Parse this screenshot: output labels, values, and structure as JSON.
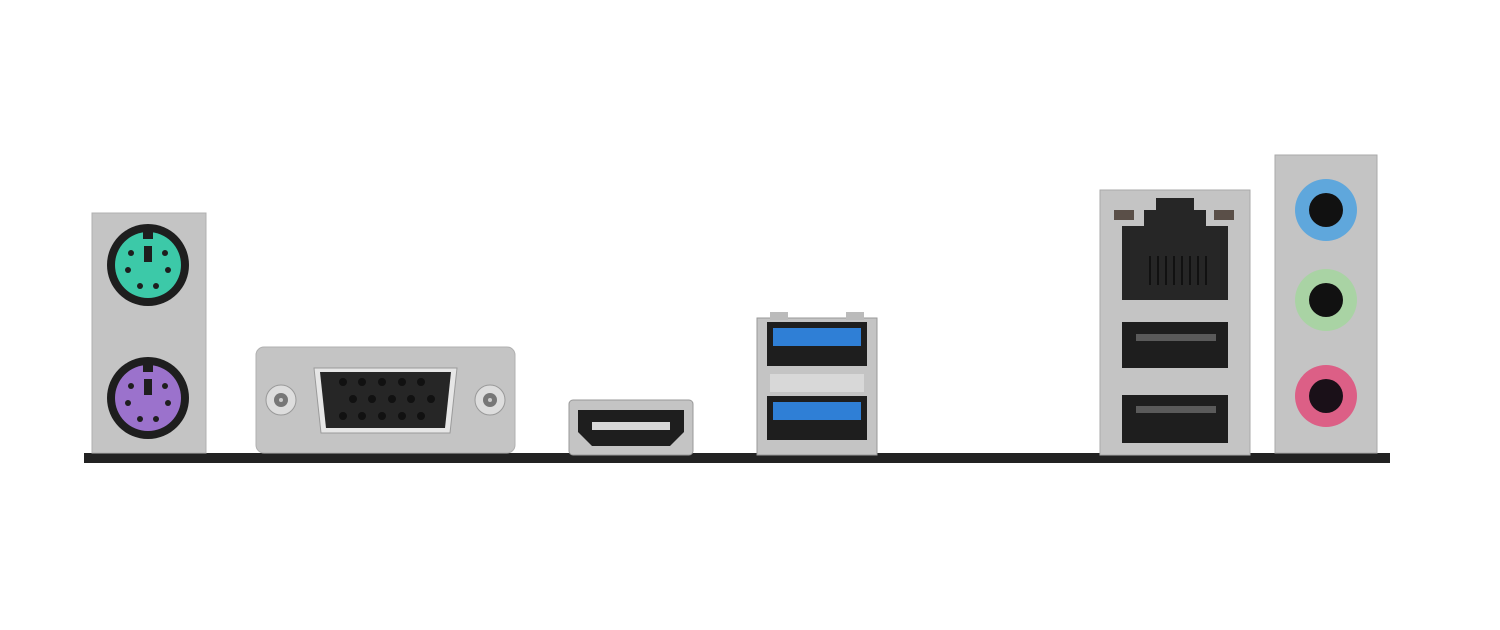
{
  "colors": {
    "background": "#ffffff",
    "bracket": "#c4c4c4",
    "base_bar": "#222222",
    "ps2_keyboard": "#3cc9a8",
    "ps2_mouse": "#9b72cc",
    "usb3_blue": "#2f7fd6",
    "audio_line_in": "#5fa7dc",
    "audio_line_out": "#a9d3a4",
    "audio_mic": "#dc5f86",
    "port_dark": "#1e1e1e"
  },
  "ports": [
    "ps2-keyboard",
    "ps2-mouse",
    "vga",
    "hdmi",
    "usb3",
    "usb3",
    "rj45-lan",
    "usb2",
    "usb2",
    "audio-line-in",
    "audio-line-out",
    "audio-mic"
  ]
}
